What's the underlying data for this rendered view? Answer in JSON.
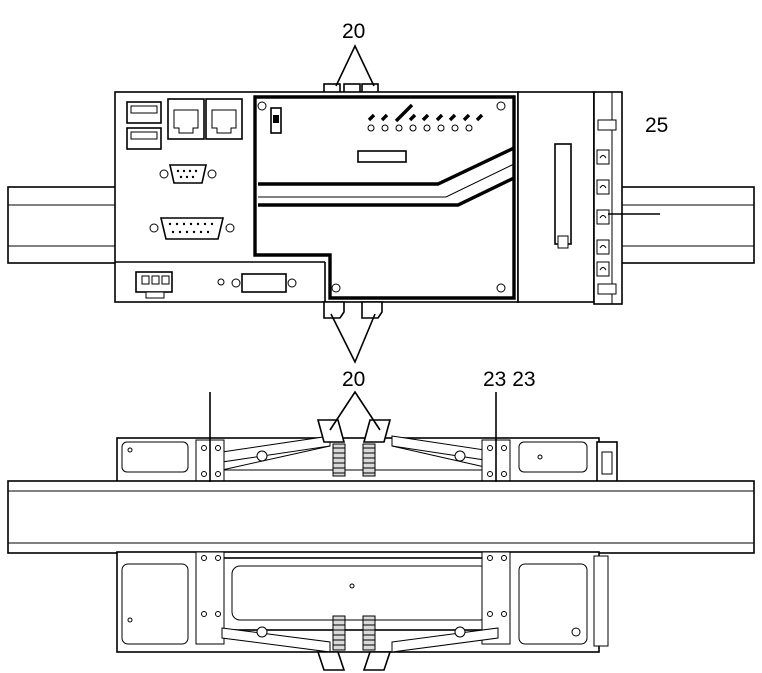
{
  "labels": {
    "latch_top": "20",
    "rail_right": "25",
    "latch_middle": "20",
    "clip_pair": "23 23"
  },
  "colors": {
    "line": "#000000",
    "background": "#ffffff",
    "shade": "#d9d9d9"
  }
}
